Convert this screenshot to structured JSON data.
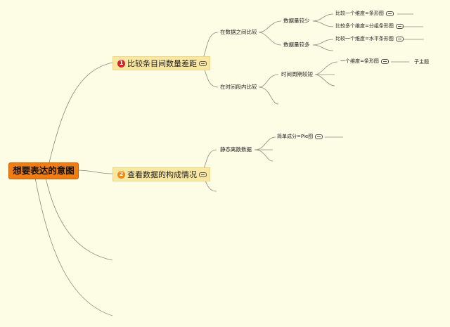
{
  "root": {
    "label": "想要表达的意图"
  },
  "branches": [
    {
      "badge": "1",
      "label": "比较条目间数量差距",
      "children": [
        {
          "label": "在数据之间比较",
          "children": [
            {
              "label": "数据量较少",
              "children": [
                "比较一个维度=条形图",
                "比较多个维度=分组条形图"
              ]
            },
            {
              "label": "数据量较多",
              "children": [
                "比较一个维度=水平条形图"
              ]
            }
          ]
        },
        {
          "label": "在时间段内比较",
          "children": [
            {
              "label": "时间周期较短",
              "children": [
                "一个维度=条形图"
              ],
              "sub": "子主题"
            }
          ]
        }
      ]
    },
    {
      "badge": "2",
      "label": "查看数据的构成情况",
      "children": [
        {
          "label": "静态离散数据",
          "children": [
            "简单成分=Pie图"
          ]
        }
      ]
    }
  ],
  "colors": {
    "background": "#fdfde6",
    "root": "#ef7d14",
    "main_node": "#f9e7a2",
    "badge1": "#d6232a",
    "badge2": "#ef8a16",
    "line": "#8a8a7a"
  },
  "icons": {
    "link": "link-icon"
  }
}
